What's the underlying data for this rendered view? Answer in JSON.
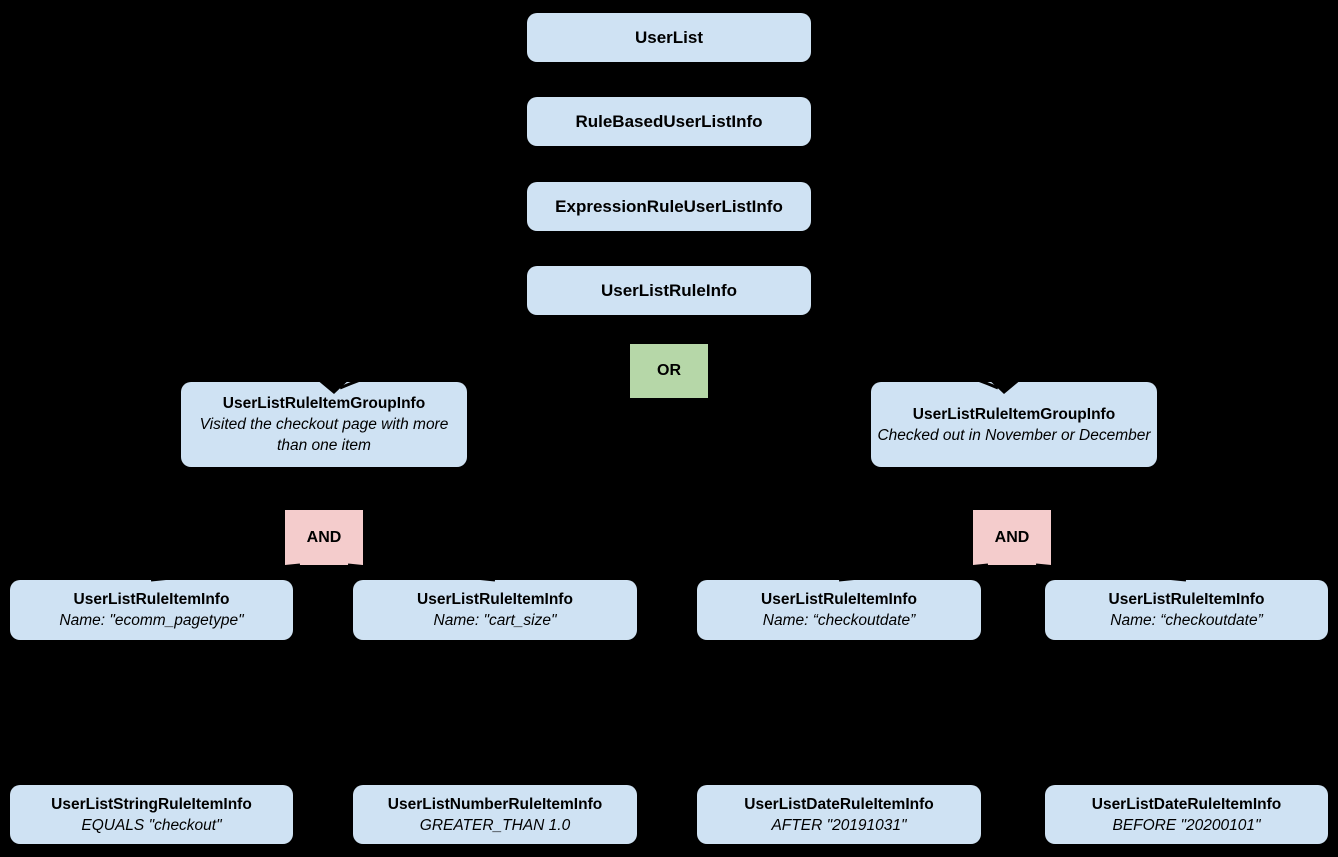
{
  "colors": {
    "background": "#000000",
    "node_fill": "#cfe2f3",
    "or_fill": "#b6d7a8",
    "and_fill": "#f4cccc",
    "text": "#000000"
  },
  "chain": [
    {
      "label": "UserList"
    },
    {
      "label": "RuleBasedUserListInfo"
    },
    {
      "label": "ExpressionRuleUserListInfo"
    },
    {
      "label": "UserListRuleInfo"
    }
  ],
  "operators": {
    "or": "OR",
    "and_left": "AND",
    "and_right": "AND"
  },
  "groups": [
    {
      "title": "UserListRuleItemGroupInfo",
      "description": "Visited the checkout page with more than one item"
    },
    {
      "title": "UserListRuleItemGroupInfo",
      "description": "Checked out in November or December"
    }
  ],
  "rule_items": [
    {
      "title": "UserListRuleItemInfo",
      "description": "Name: \"ecomm_pagetype\""
    },
    {
      "title": "UserListRuleItemInfo",
      "description": "Name: \"cart_size\""
    },
    {
      "title": "UserListRuleItemInfo",
      "description": "Name: “checkoutdate”"
    },
    {
      "title": "UserListRuleItemInfo",
      "description": "Name: “checkoutdate”"
    }
  ],
  "leaf_items": [
    {
      "title": "UserListStringRuleItemInfo",
      "description": "EQUALS \"checkout\""
    },
    {
      "title": "UserListNumberRuleItemInfo",
      "description": "GREATER_THAN 1.0"
    },
    {
      "title": "UserListDateRuleItemInfo",
      "description": "AFTER \"20191031\""
    },
    {
      "title": "UserListDateRuleItemInfo",
      "description": "BEFORE \"20200101\""
    }
  ]
}
